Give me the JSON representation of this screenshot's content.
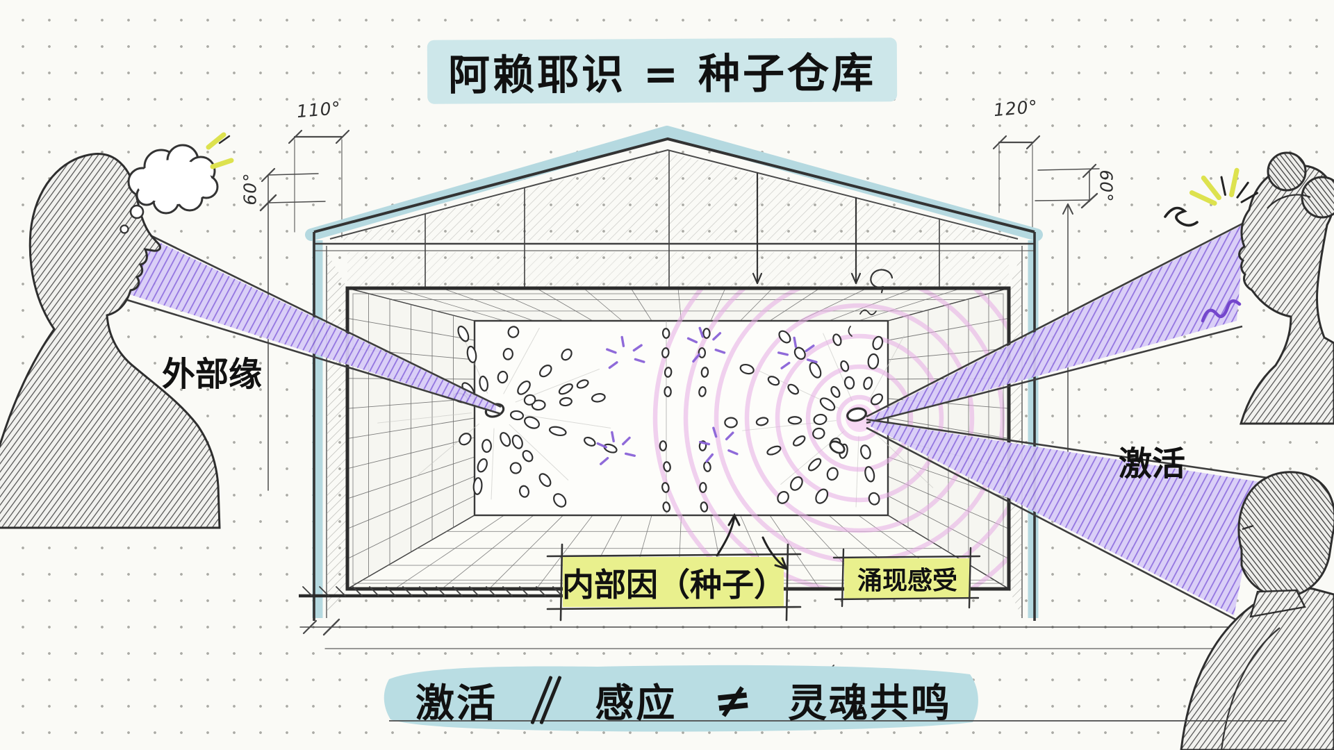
{
  "title": "阿赖耶识 = 种子仓库",
  "labels": {
    "external_condition": "外部缘",
    "activation_right": "激活",
    "internal_cause": "内部因（种子）",
    "emergent_feeling": "涌现感受"
  },
  "banner": {
    "activation": "激活",
    "sense": "感应",
    "not_equal": "≠",
    "soul_resonance": "灵魂共鸣"
  },
  "dimensions": {
    "angle_top_left": "110°",
    "angle_top_right": "120°",
    "height_left": "60°",
    "height_right": "60°"
  },
  "palette": {
    "paper": "#fafaf6",
    "dot": "#aaaaa5",
    "pencil": "#3a3a3a",
    "title_teal": "#cde7ea",
    "roof_teal": "#b5d9e0",
    "banner_teal": "#b9dde3",
    "yellow_label": "#e9f08d",
    "beam_purple": "#8b6ade",
    "beam_fill": "#d8ccf7",
    "ripple_pink": "#e5abe3",
    "sparkle_purple": "#8a63d8",
    "marker_yellow": "#dde24e"
  }
}
